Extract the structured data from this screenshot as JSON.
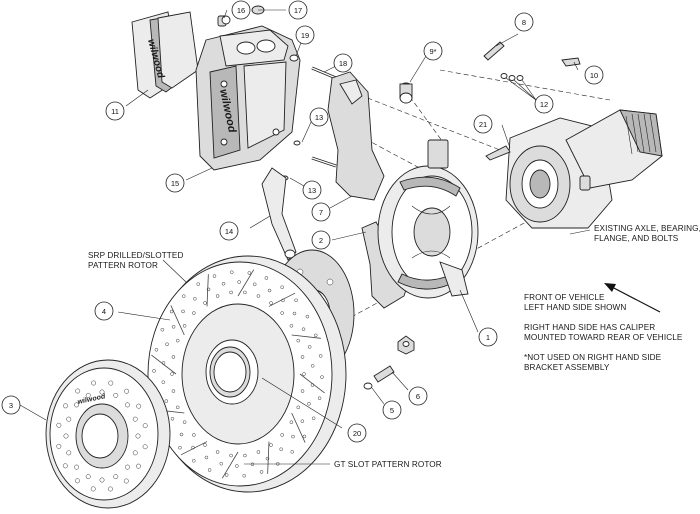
{
  "parts": [
    {
      "id": "1",
      "num": "1"
    },
    {
      "id": "2",
      "num": "2"
    },
    {
      "id": "3",
      "num": "3"
    },
    {
      "id": "4",
      "num": "4"
    },
    {
      "id": "5",
      "num": "5"
    },
    {
      "id": "6",
      "num": "6"
    },
    {
      "id": "7",
      "num": "7"
    },
    {
      "id": "8",
      "num": "8"
    },
    {
      "id": "9",
      "num": "9*"
    },
    {
      "id": "10",
      "num": "10"
    },
    {
      "id": "11",
      "num": "11"
    },
    {
      "id": "12",
      "num": "12"
    },
    {
      "id": "13a",
      "num": "13"
    },
    {
      "id": "13b",
      "num": "13"
    },
    {
      "id": "14",
      "num": "14"
    },
    {
      "id": "15",
      "num": "15"
    },
    {
      "id": "16",
      "num": "16"
    },
    {
      "id": "17",
      "num": "17"
    },
    {
      "id": "18",
      "num": "18"
    },
    {
      "id": "19",
      "num": "19"
    },
    {
      "id": "20",
      "num": "20"
    },
    {
      "id": "21",
      "num": "21"
    }
  ],
  "labels": {
    "srp_rotor": [
      "SRP DRILLED/SLOTTED",
      "PATTERN ROTOR"
    ],
    "gt_rotor": "GT SLOT PATTERN ROTOR",
    "existing_axle": [
      "EXISTING AXLE, BEARING,",
      "FLANGE, AND BOLTS"
    ],
    "notes": [
      "FRONT OF VEHICLE",
      "LEFT HAND SIDE SHOWN",
      "",
      "RIGHT HAND SIDE HAS CALIPER",
      "MOUNTED TOWARD REAR OF VEHICLE",
      "",
      "*NOT USED ON RIGHT HAND SIDE",
      "  BRACKET ASSEMBLY"
    ],
    "caliper_brand": "wilwood",
    "pad_brand": "wilwood",
    "hat_brand": "wilwood"
  }
}
